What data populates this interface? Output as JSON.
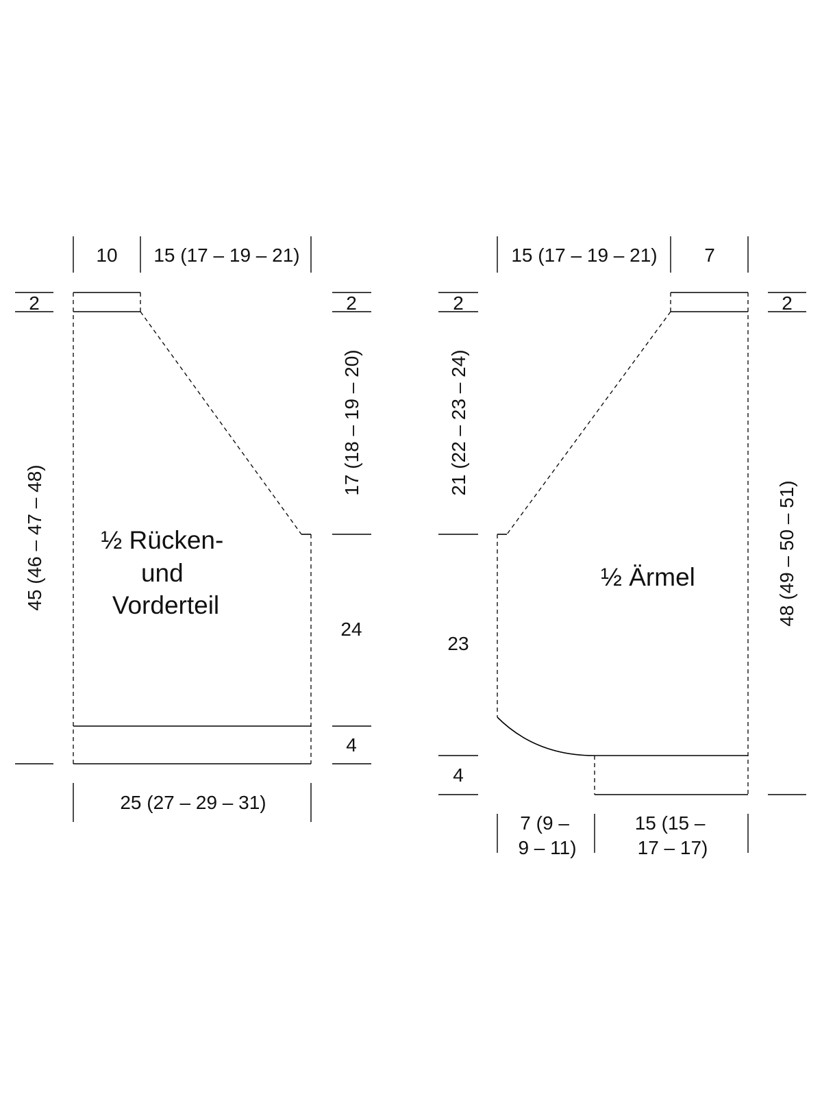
{
  "body_piece": {
    "name_lines": [
      "½ Rücken-",
      "und",
      "Vorderteil"
    ],
    "shoulder_width": "10",
    "neck_width": "15 (17 – 19 – 21)",
    "top_band_left": "2",
    "top_band_right": "2",
    "raglan_height": "17 (18 – 19 – 20)",
    "body_height": "24",
    "rib_height": "4",
    "total_height": "45 (46 – 47 – 48)",
    "bottom_width": "25 (27 – 29 – 31)"
  },
  "sleeve_piece": {
    "name": "½ Ärmel",
    "neck_width": "15 (17 – 19 – 21)",
    "top_width": "7",
    "top_band_left": "2",
    "top_band_right": "2",
    "raglan_height": "21 (22 – 23 – 24)",
    "sleeve_height": "23",
    "cuff_height": "4",
    "total_height": "48 (49 – 50 – 51)",
    "curve_width_lines": [
      "7 (9 –",
      "9 – 11)"
    ],
    "cuff_width_lines": [
      "15 (15 –",
      "17 – 17)"
    ]
  }
}
